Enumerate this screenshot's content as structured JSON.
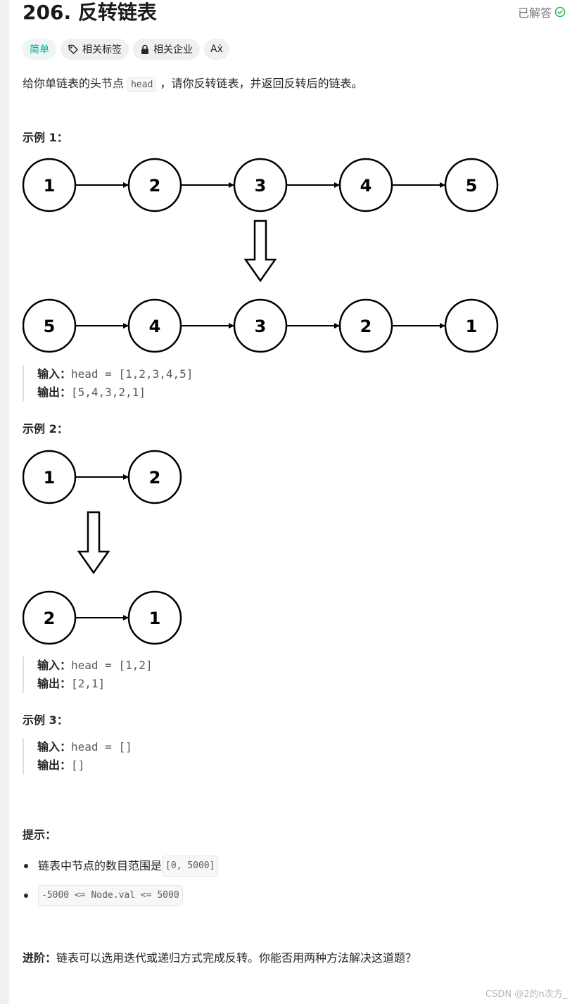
{
  "problem": {
    "title": "206. 反转链表",
    "status": "已解答"
  },
  "tags": {
    "difficulty": "简单",
    "topics": "相关标签",
    "companies": "相关企业",
    "translate": "Aẋ"
  },
  "description": {
    "before_code": "给你单链表的头节点 ",
    "code": "head",
    "after_code": " ，请你反转链表，并返回反转后的链表。"
  },
  "examples": [
    {
      "heading": "示例 1：",
      "input_label": "输入：",
      "input_value": "head = [1,2,3,4,5]",
      "output_label": "输出：",
      "output_value": "[5,4,3,2,1]",
      "top_nodes": [
        "1",
        "2",
        "3",
        "4",
        "5"
      ],
      "bottom_nodes": [
        "5",
        "4",
        "3",
        "2",
        "1"
      ]
    },
    {
      "heading": "示例 2：",
      "input_label": "输入：",
      "input_value": "head = [1,2]",
      "output_label": "输出：",
      "output_value": "[2,1]",
      "top_nodes": [
        "1",
        "2"
      ],
      "bottom_nodes": [
        "2",
        "1"
      ]
    },
    {
      "heading": "示例 3：",
      "input_label": "输入：",
      "input_value": "head = []",
      "output_label": "输出：",
      "output_value": "[]"
    }
  ],
  "hints": {
    "heading": "提示：",
    "items": [
      {
        "text": "链表中节点的数目范围是 ",
        "code": "[0, 5000]"
      },
      {
        "text": "",
        "code": "-5000 <= Node.val <= 5000"
      }
    ]
  },
  "advanced": {
    "label": "进阶：",
    "text": "链表可以选用迭代或递归方式完成反转。你能否用两种方法解决这道题？"
  },
  "watermark": "CSDN @2的n次方_",
  "colors": {
    "easy": "#00af9b",
    "solved": "#2db55d"
  }
}
